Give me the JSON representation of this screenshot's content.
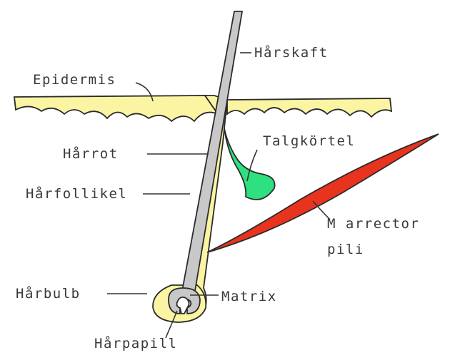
{
  "labels": {
    "epidermis": "Epidermis",
    "harskaft": "Hårskaft",
    "harrot": "Hårrot",
    "talgkortel": "Talgkörtel",
    "harfollikel": "Hårfollikel",
    "m_arrector": "M arrector",
    "pili": "pili",
    "harbulb": "Hårbulb",
    "matrix": "Matrix",
    "harpapill": "Hårpapill"
  },
  "colors": {
    "skin": "#fbf5a3",
    "hair": "#c8c8c8",
    "gland": "#2ee080",
    "muscle": "#e8331f",
    "outline": "#2b2b2b"
  }
}
